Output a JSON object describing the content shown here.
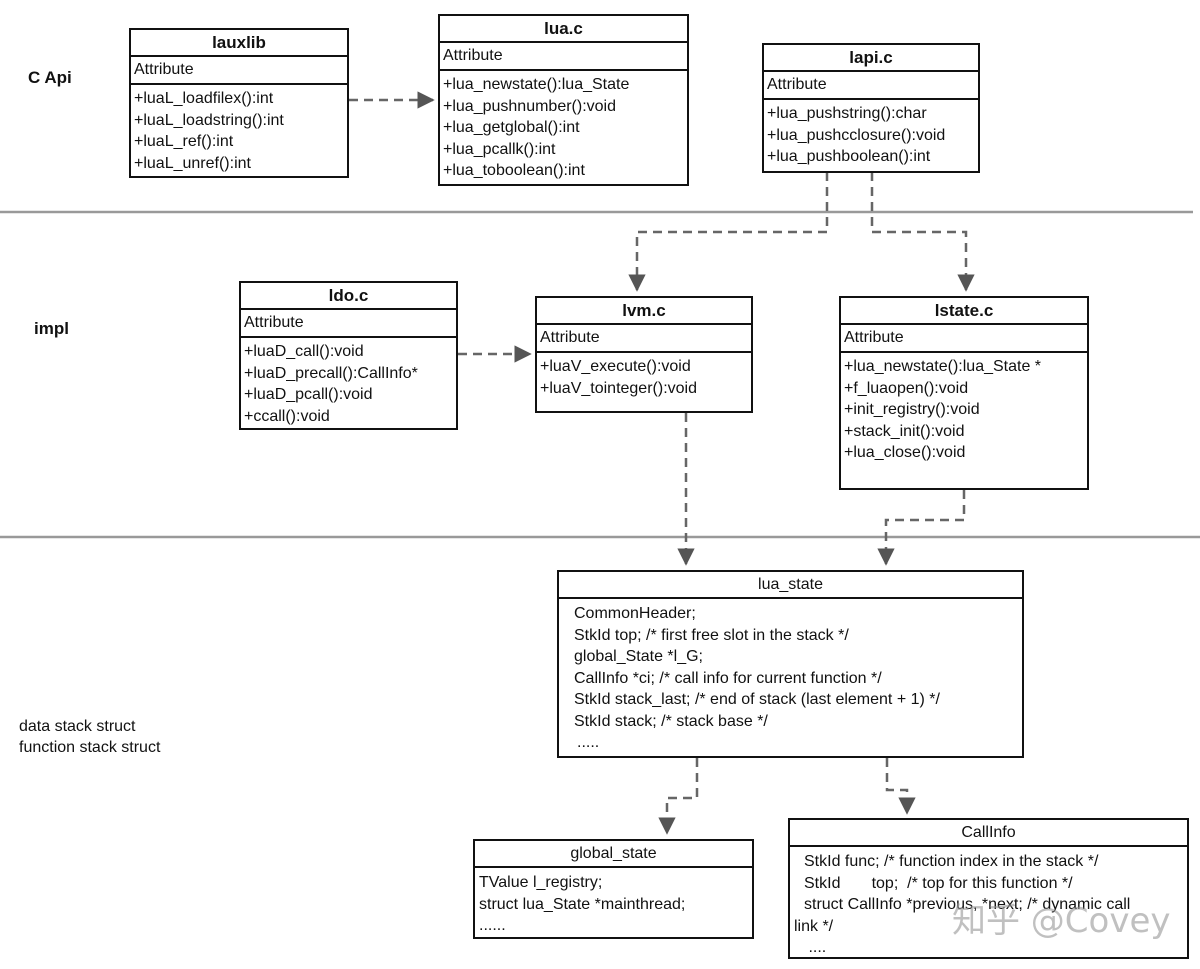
{
  "layers": {
    "c_api": "C Api",
    "impl": "impl",
    "data_stack": "data stack struct",
    "function_stack": "function stack struct"
  },
  "boxes": {
    "lauxlib": {
      "title": "lauxlib",
      "attribute": "Attribute",
      "rows": [
        "+luaL_loadfilex():int",
        "+luaL_loadstring():int",
        "+luaL_ref():int",
        "+luaL_unref():int"
      ]
    },
    "lua_c": {
      "title": "lua.c",
      "attribute": "Attribute",
      "rows": [
        "+lua_newstate():lua_State",
        "+lua_pushnumber():void",
        "+lua_getglobal():int",
        "+lua_pcallk():int",
        "+lua_toboolean():int"
      ]
    },
    "lapi_c": {
      "title": "lapi.c",
      "attribute": "Attribute",
      "rows": [
        "+lua_pushstring():char",
        "+lua_pushcclosure():void",
        "+lua_pushboolean():int"
      ]
    },
    "ldo_c": {
      "title": "ldo.c",
      "attribute": "Attribute",
      "rows": [
        "+luaD_call():void",
        "+luaD_precall():CallInfo*",
        "+luaD_pcall():void",
        "+ccall():void"
      ]
    },
    "lvm_c": {
      "title": "lvm.c",
      "attribute": "Attribute",
      "rows": [
        "+luaV_execute():void",
        "+luaV_tointeger():void"
      ]
    },
    "lstate_c": {
      "title": "lstate.c",
      "attribute": "Attribute",
      "rows": [
        "+lua_newstate():lua_State *",
        "+f_luaopen():void",
        "+init_registry():void",
        "+stack_init():void",
        "+lua_close():void"
      ]
    },
    "lua_state": {
      "title": "lua_state",
      "rows": [
        "CommonHeader;",
        "StkId top;  /* first free slot in the stack */",
        "global_State *l_G;",
        "CallInfo *ci;  /* call info for current function */",
        "StkId stack_last;  /* end of stack (last element + 1) */",
        "StkId stack;  /* stack base */",
        " ....."
      ]
    },
    "global_state": {
      "title": "global_state",
      "rows": [
        "TValue l_registry;",
        "struct lua_State *mainthread;",
        "......"
      ]
    },
    "callinfo": {
      "title": "CallInfo",
      "rows": [
        "StkId func;  /* function index in the stack */",
        "StkId       top;  /* top for this function */",
        "struct CallInfo *previous, *next;  /* dynamic call",
        "link */",
        " ...."
      ]
    }
  },
  "watermark": "知乎 @Covey",
  "colors": {
    "border": "#111111",
    "divider": "#999999",
    "connector": "#666666"
  }
}
